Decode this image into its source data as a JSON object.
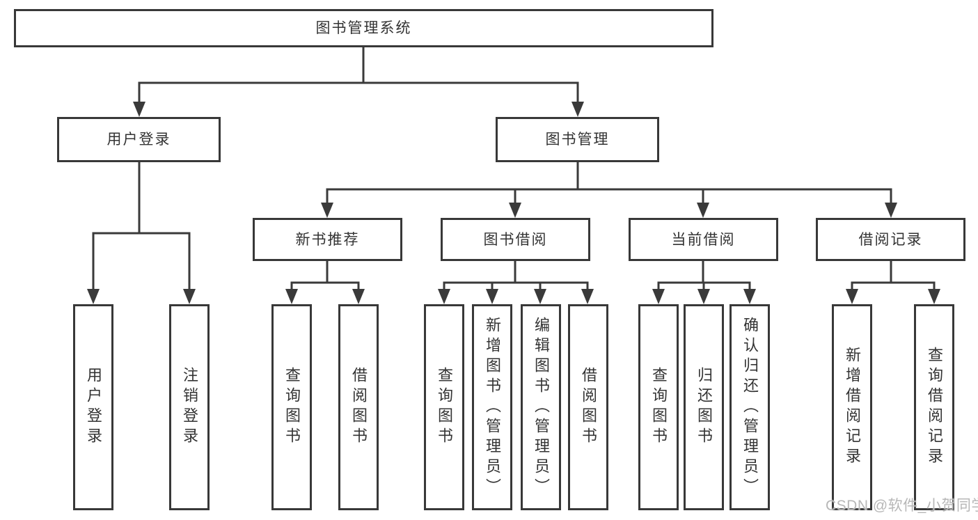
{
  "tree": {
    "label": "图书管理系统",
    "children": [
      {
        "label": "用户登录",
        "children": [
          {
            "label": "用户登录"
          },
          {
            "label": "注销登录"
          }
        ]
      },
      {
        "label": "图书管理",
        "children": [
          {
            "label": "新书推荐",
            "children": [
              {
                "label": "查询图书"
              },
              {
                "label": "借阅图书"
              }
            ]
          },
          {
            "label": "图书借阅",
            "children": [
              {
                "label": "查询图书"
              },
              {
                "label": "新增图书（管理员）"
              },
              {
                "label": "编辑图书（管理员）"
              },
              {
                "label": "借阅图书"
              }
            ]
          },
          {
            "label": "当前借阅",
            "children": [
              {
                "label": "查询图书"
              },
              {
                "label": "归还图书"
              },
              {
                "label": "确认归还（管理员）"
              }
            ]
          },
          {
            "label": "借阅记录",
            "children": [
              {
                "label": "新增借阅记录"
              },
              {
                "label": "查询借阅记录"
              }
            ]
          }
        ]
      }
    ]
  },
  "watermark": "CSDN @软件_小贺同学",
  "colors": {
    "line": "#3a3a3a",
    "border": "#383838",
    "text": "#333333",
    "watermark": "#b7b7b7",
    "background": "#ffffff"
  }
}
